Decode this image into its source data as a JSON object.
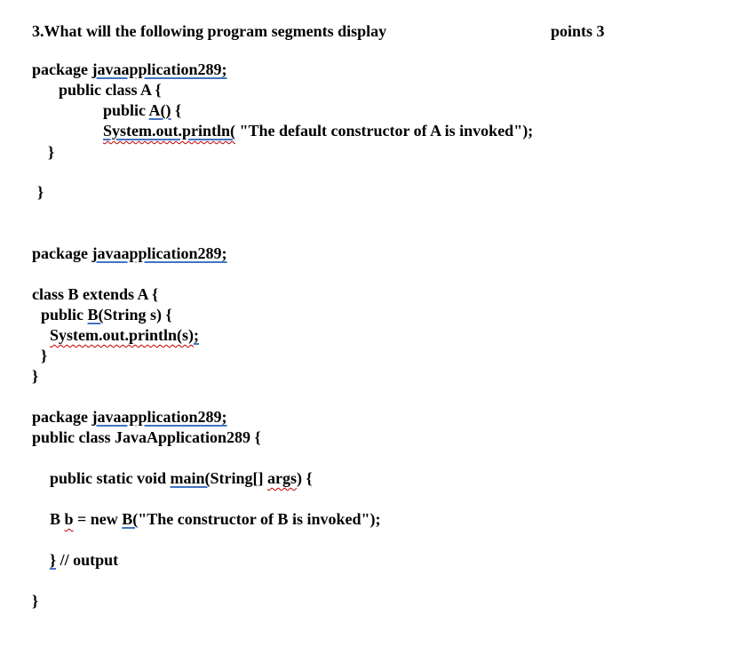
{
  "question": {
    "title": "3.What will the following program segments display",
    "points": "points 3"
  },
  "segment_a": {
    "package_kw": "package ",
    "package_name": "javaapplication289;",
    "class_decl": "public class A {",
    "ctor_pre": "public ",
    "ctor_name": "A()",
    "ctor_post": " {",
    "print_call": "System.out.println(",
    "print_arg": " \"The default constructor of A is invoked\");",
    "close_ctor": "}",
    "close_class": "}"
  },
  "segment_b": {
    "package_kw": "package ",
    "package_name": "javaapplication289;",
    "class_decl": "class B extends A {",
    "ctor_pre": "public ",
    "ctor_name": "B(",
    "ctor_post": "String s) {",
    "print_call": "System.out.println(s)",
    "print_semicolon": ";",
    "close_ctor": "}",
    "close_class": "}"
  },
  "segment_c": {
    "package_kw": "package ",
    "package_name": "javaapplication289;",
    "class_decl": "public class JavaApplication289 {",
    "main_pre": "public static void ",
    "main_name": "main(",
    "main_mid": "String[] ",
    "main_args": "args",
    "main_post": ") {",
    "stmt_pre": "B ",
    "stmt_var": "b",
    "stmt_mid": " = new ",
    "stmt_ctor": "B(",
    "stmt_post": "\"The constructor of B is invoked\");",
    "close_main": "}",
    "close_comment": " // output",
    "close_class": "}"
  }
}
